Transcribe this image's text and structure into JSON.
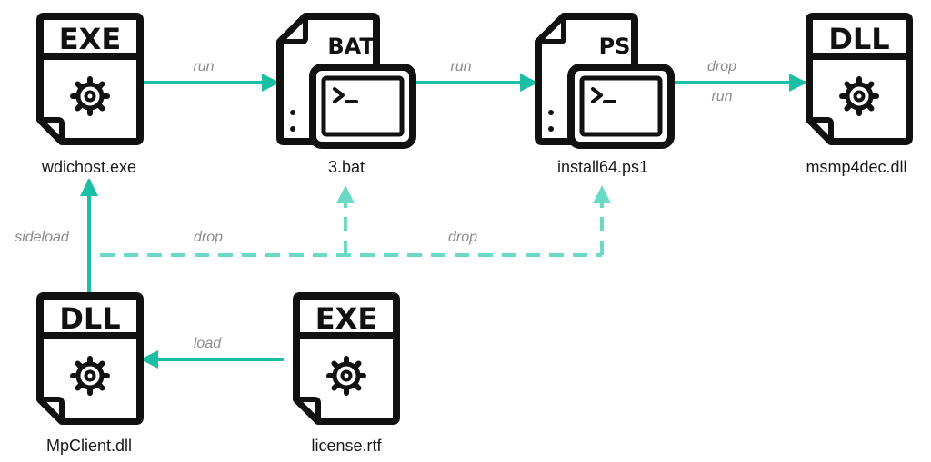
{
  "nodes": {
    "wdichost": {
      "caption": "wdichost.exe",
      "badge": "EXE"
    },
    "bat": {
      "caption": "3.bat",
      "badge": "BAT"
    },
    "ps": {
      "caption": "install64.ps1",
      "badge": "PS"
    },
    "msmp": {
      "caption": "msmp4dec.dll",
      "badge": "DLL"
    },
    "mpclient": {
      "caption": "MpClient.dll",
      "badge": "DLL"
    },
    "license": {
      "caption": "license.rtf",
      "badge": "EXE"
    }
  },
  "edges": {
    "run1": "run",
    "run2": "run",
    "drop_msmp": "drop",
    "run_msmp": "run",
    "sideload": "sideload",
    "drop_bat": "drop",
    "drop_ps": "drop",
    "load": "load"
  },
  "colors": {
    "solid_edge": "#1bbfa6",
    "dashed_edge": "#6ad9c6",
    "icon_stroke": "#111111"
  }
}
